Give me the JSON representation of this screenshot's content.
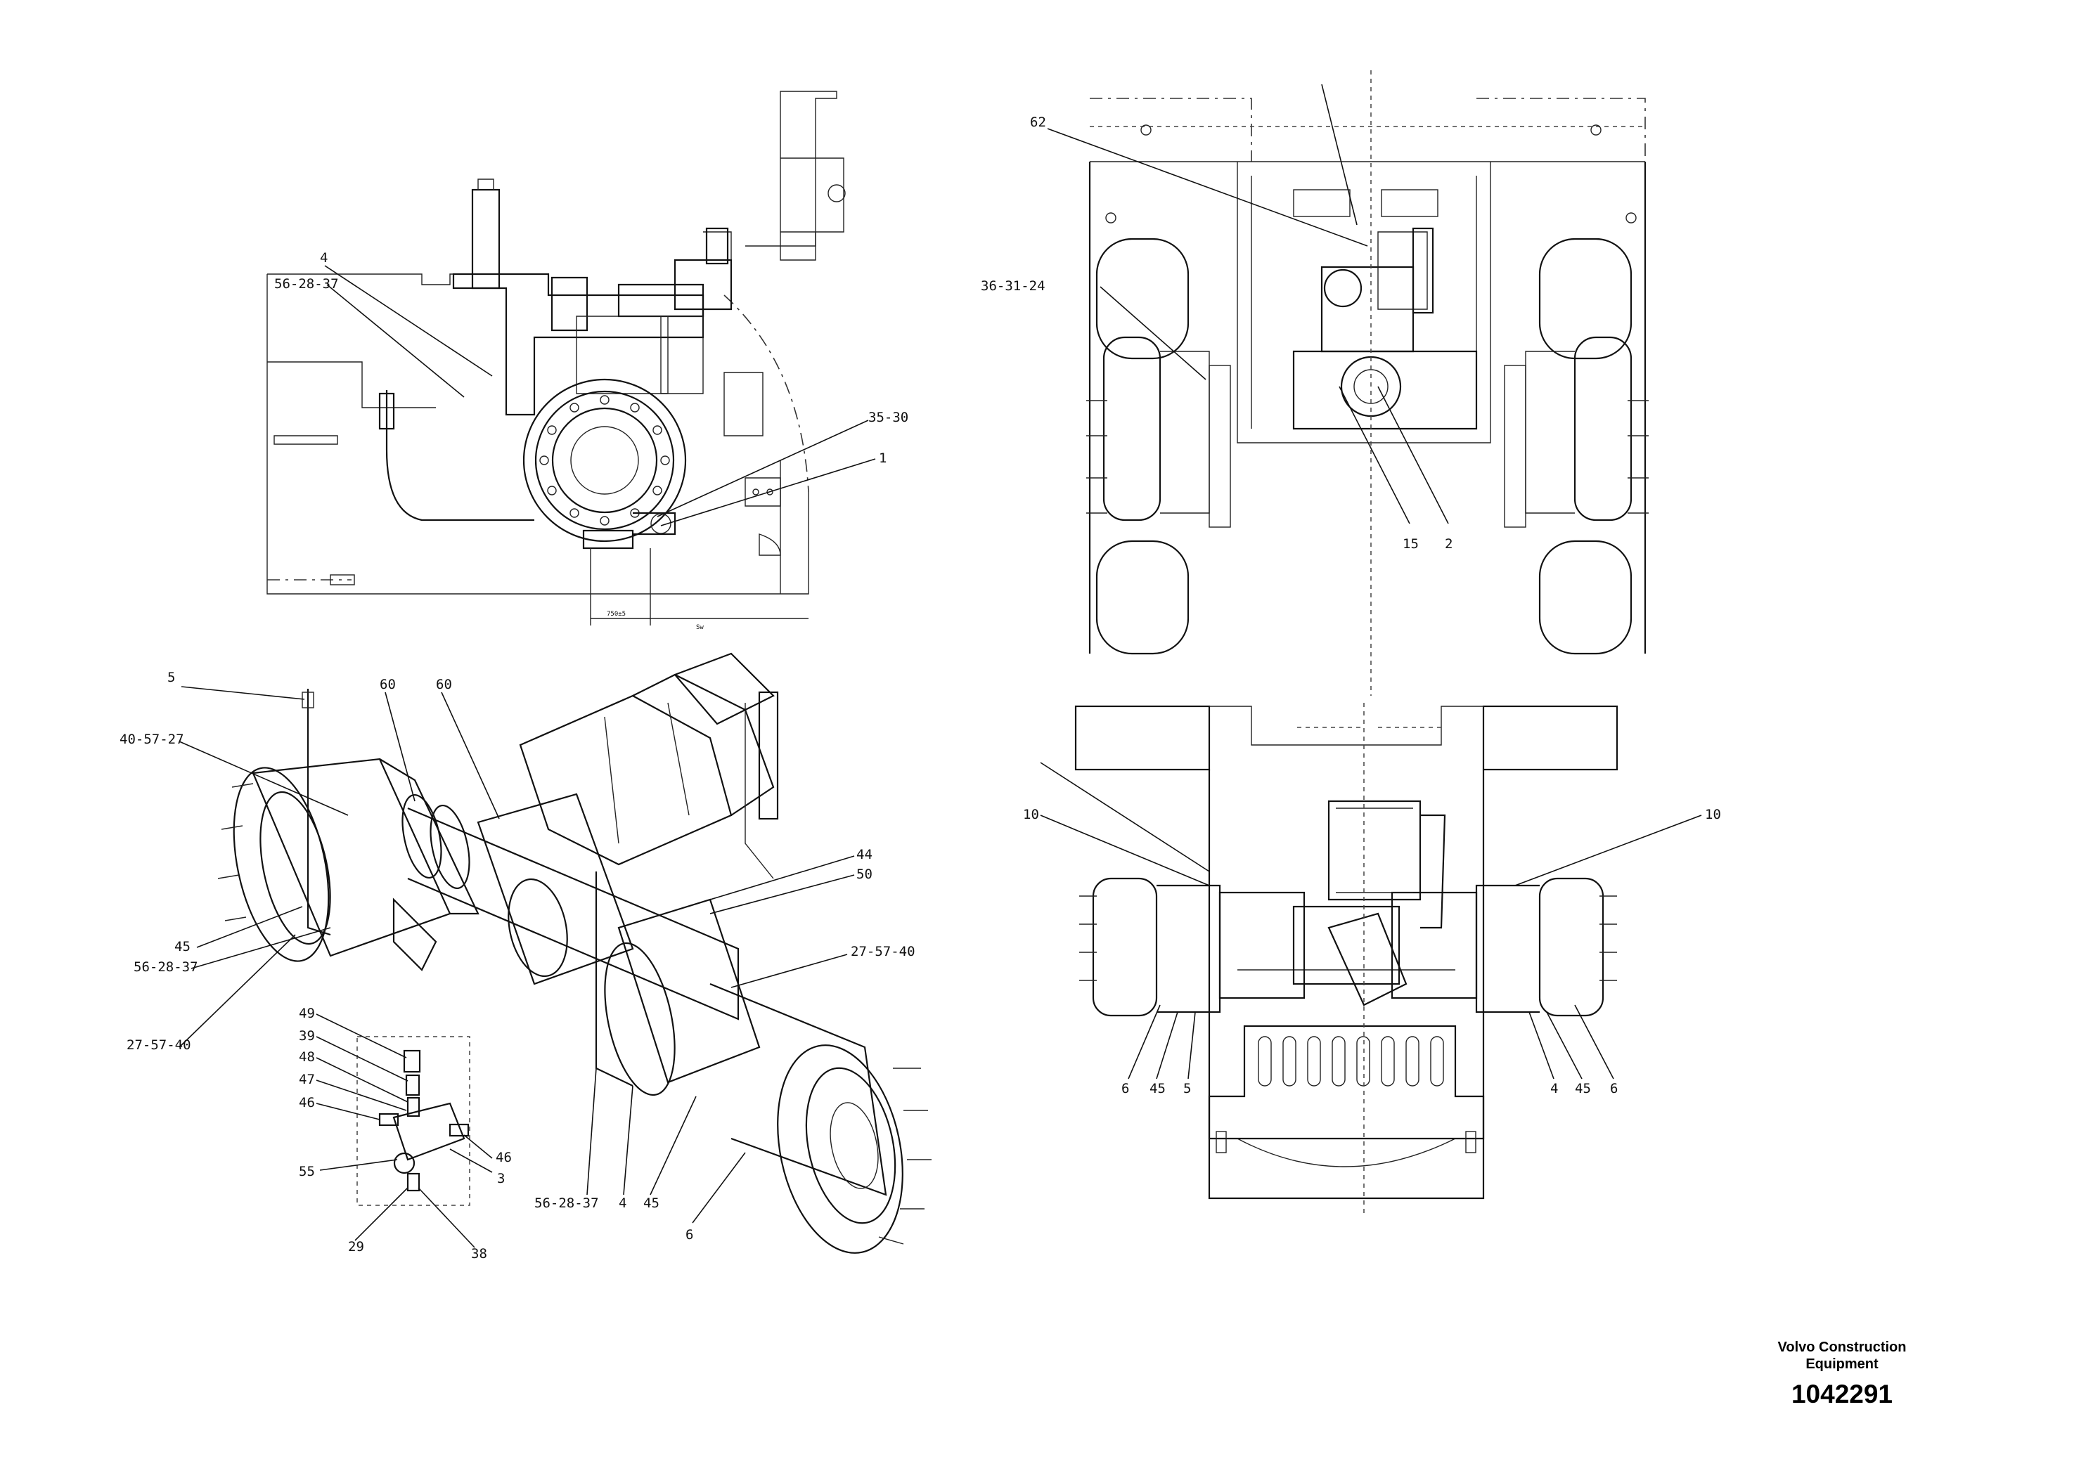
{
  "callouts": {
    "top_left": [
      {
        "id": "tl-4",
        "text": "4"
      },
      {
        "id": "tl-56-28-37",
        "text": "56-28-37"
      },
      {
        "id": "tl-35-30",
        "text": "35-30"
      },
      {
        "id": "tl-1",
        "text": "1"
      }
    ],
    "top_right": [
      {
        "id": "tr-62",
        "text": "62"
      },
      {
        "id": "tr-36-31-24",
        "text": "36-31-24"
      },
      {
        "id": "tr-15",
        "text": "15"
      },
      {
        "id": "tr-2",
        "text": "2"
      }
    ],
    "bottom_left": [
      {
        "id": "bl-5",
        "text": "5"
      },
      {
        "id": "bl-40-57-27",
        "text": "40-57-27"
      },
      {
        "id": "bl-60a",
        "text": "60"
      },
      {
        "id": "bl-60b",
        "text": "60"
      },
      {
        "id": "bl-44",
        "text": "44"
      },
      {
        "id": "bl-50",
        "text": "50"
      },
      {
        "id": "bl-45a",
        "text": "45"
      },
      {
        "id": "bl-56-28-37a",
        "text": "56-28-37"
      },
      {
        "id": "bl-27-57-40a",
        "text": "27-57-40"
      },
      {
        "id": "bl-27-57-40b",
        "text": "27-57-40"
      },
      {
        "id": "bl-49",
        "text": "49"
      },
      {
        "id": "bl-39",
        "text": "39"
      },
      {
        "id": "bl-48",
        "text": "48"
      },
      {
        "id": "bl-47",
        "text": "47"
      },
      {
        "id": "bl-46a",
        "text": "46"
      },
      {
        "id": "bl-46b",
        "text": "46"
      },
      {
        "id": "bl-55",
        "text": "55"
      },
      {
        "id": "bl-3",
        "text": "3"
      },
      {
        "id": "bl-29",
        "text": "29"
      },
      {
        "id": "bl-38",
        "text": "38"
      },
      {
        "id": "bl-56-28-37b",
        "text": "56-28-37"
      },
      {
        "id": "bl-4",
        "text": "4"
      },
      {
        "id": "bl-45b",
        "text": "45"
      },
      {
        "id": "bl-6",
        "text": "6"
      }
    ],
    "bottom_right": [
      {
        "id": "br-10a",
        "text": "10"
      },
      {
        "id": "br-10b",
        "text": "10"
      },
      {
        "id": "br-6a",
        "text": "6"
      },
      {
        "id": "br-45a",
        "text": "45"
      },
      {
        "id": "br-5",
        "text": "5"
      },
      {
        "id": "br-4",
        "text": "4"
      },
      {
        "id": "br-45b",
        "text": "45"
      },
      {
        "id": "br-6b",
        "text": "6"
      }
    ]
  },
  "dimension_labels": {
    "small_dim_1": "750±5",
    "small_dim_2": "Sw"
  },
  "footer": {
    "company_line1": "Volvo Construction",
    "company_line2": "Equipment",
    "part_number": "1042291"
  }
}
